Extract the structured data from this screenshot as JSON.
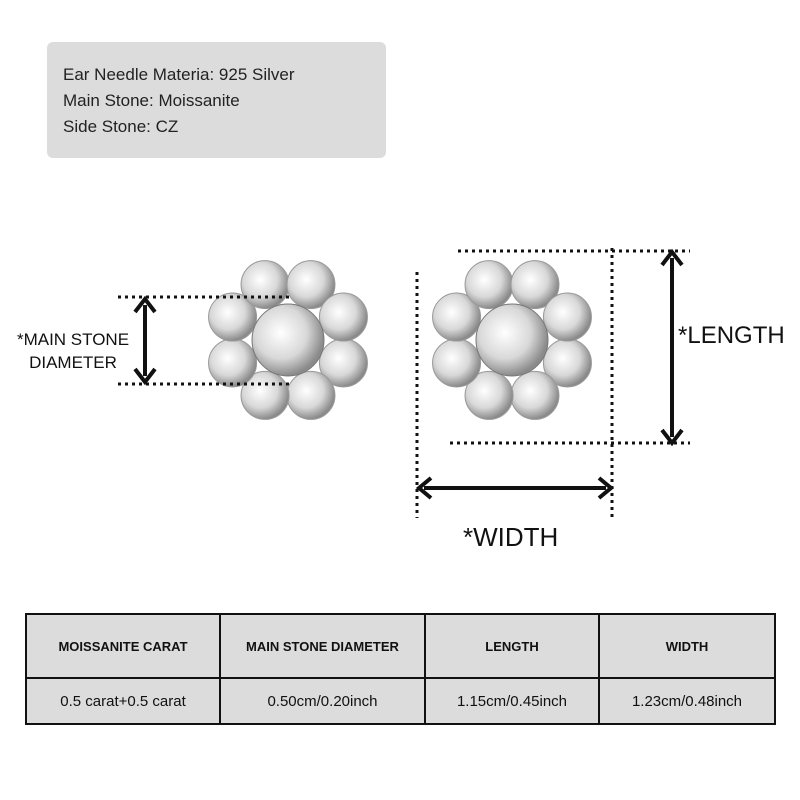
{
  "specs": [
    "Ear Needle Materia: 925 Silver",
    "Main Stone: Moissanite",
    "Side Stone: CZ"
  ],
  "labels": {
    "main_stone_1": "*MAIN STONE",
    "main_stone_2": "DIAMETER",
    "length": "*LENGTH",
    "width": "*WIDTH"
  },
  "table": {
    "headers": [
      "MOISSANITE CARAT",
      "MAIN STONE DIAMETER",
      "LENGTH",
      "WIDTH"
    ],
    "values": [
      "0.5 carat+0.5 carat",
      "0.50cm/0.20inch",
      "1.15cm/0.45inch",
      "1.23cm/0.48inch"
    ]
  }
}
